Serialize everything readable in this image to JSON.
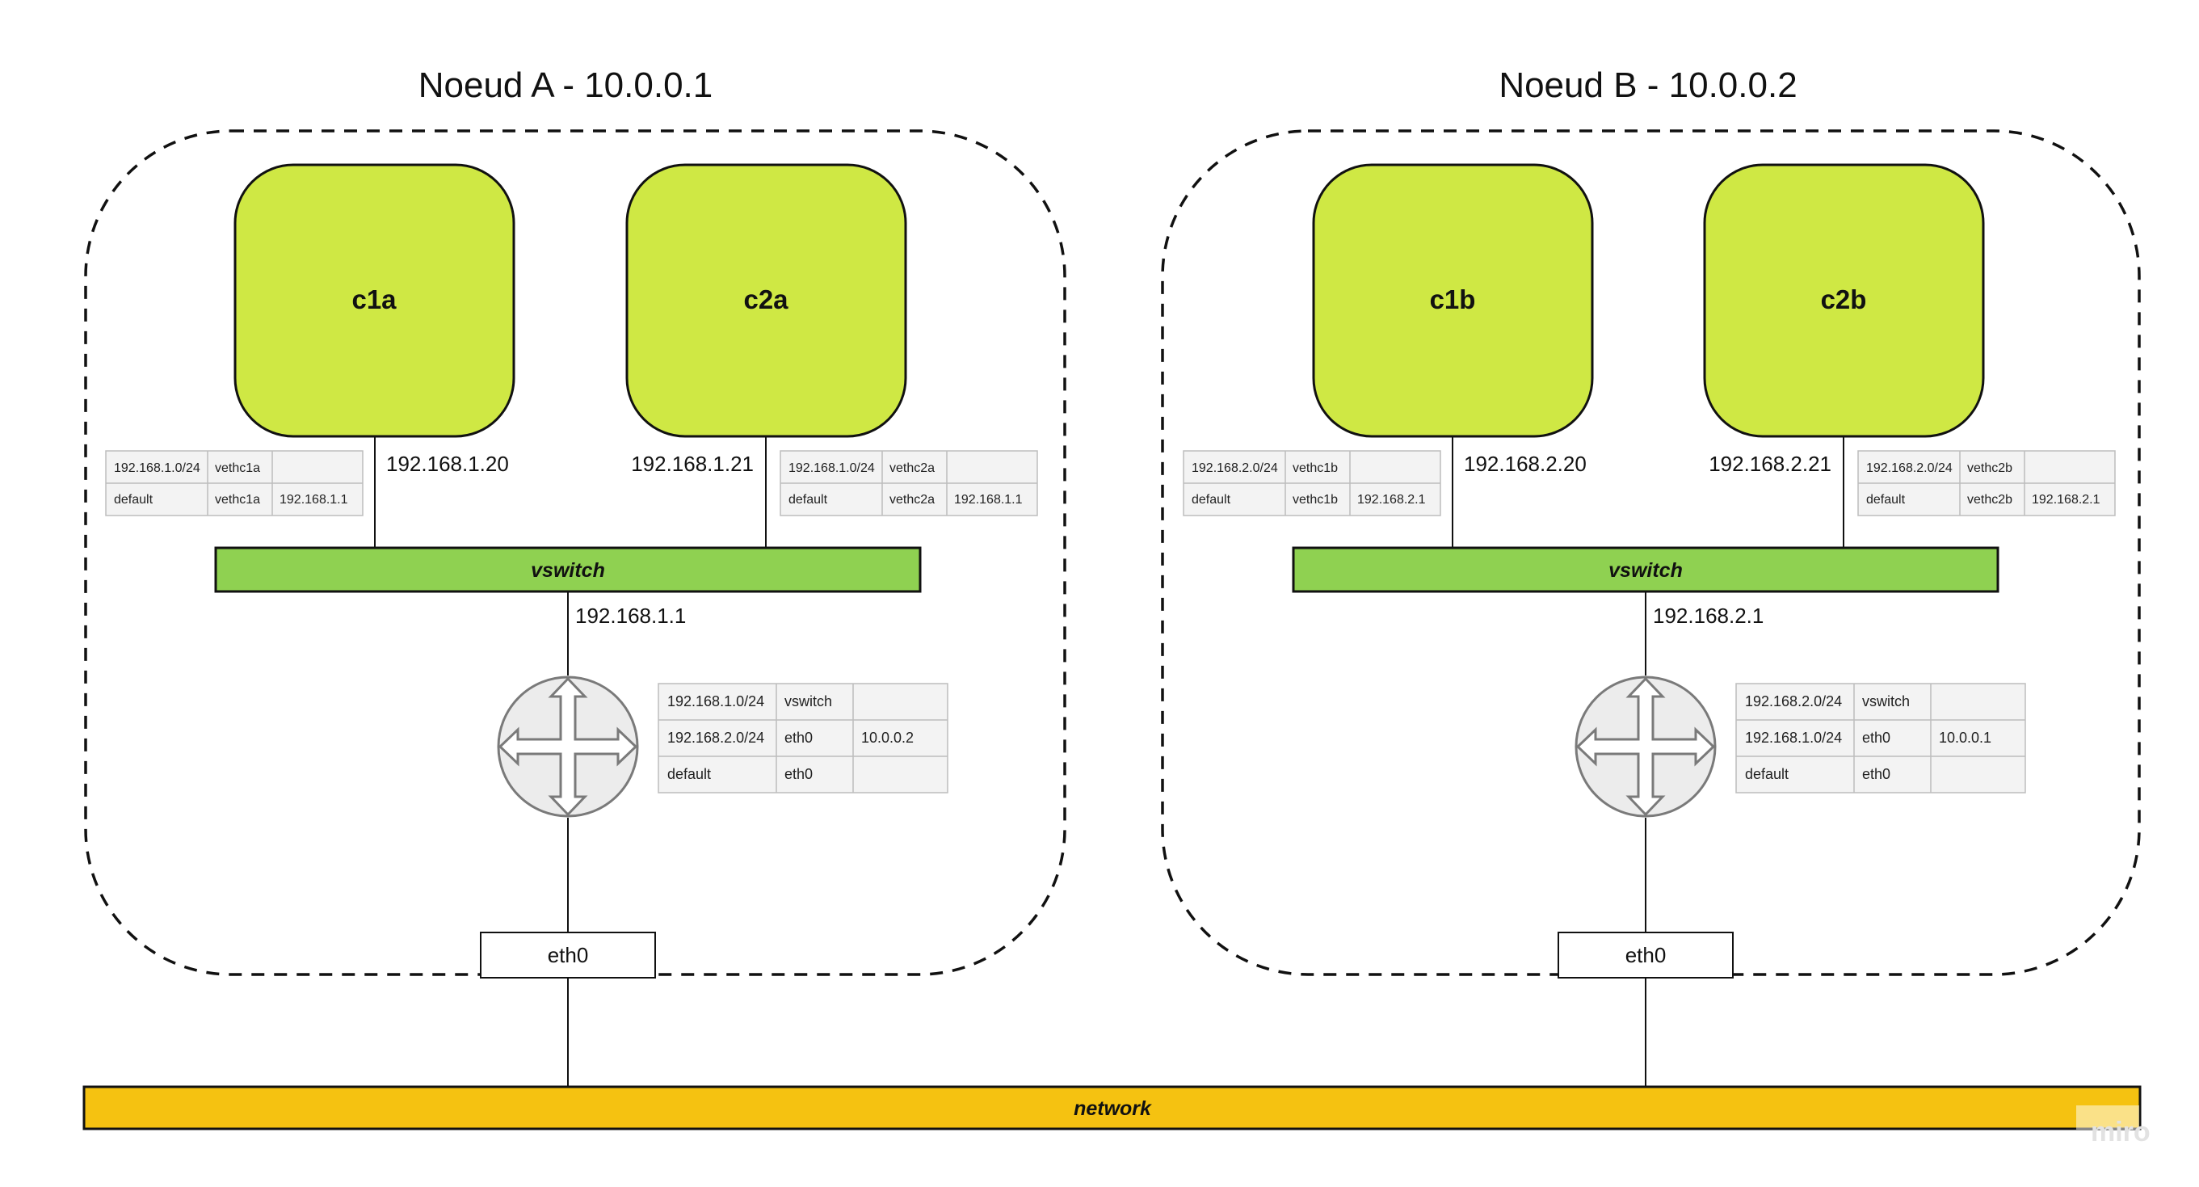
{
  "colors": {
    "container_fill": "#cfe844",
    "vswitch_fill": "#8fd151",
    "network_fill": "#f5c211",
    "table_fill": "#f3f3f3",
    "router_fill": "#ececec"
  },
  "nodes": {
    "a": {
      "title": "Noeud A - 10.0.0.1",
      "containers": [
        {
          "name": "c1a",
          "ip": "192.168.1.20",
          "routes": [
            [
              "192.168.1.0/24",
              "vethc1a",
              ""
            ],
            [
              "default",
              "vethc1a",
              "192.168.1.1"
            ]
          ]
        },
        {
          "name": "c2a",
          "ip": "192.168.1.21",
          "routes": [
            [
              "192.168.1.0/24",
              "vethc2a",
              ""
            ],
            [
              "default",
              "vethc2a",
              "192.168.1.1"
            ]
          ]
        }
      ],
      "vswitch_label": "vswitch",
      "vswitch_ip": "192.168.1.1",
      "router_icon": "router-icon",
      "router_routes": [
        [
          "192.168.1.0/24",
          "vswitch",
          ""
        ],
        [
          "192.168.2.0/24",
          "eth0",
          "10.0.0.2"
        ],
        [
          "default",
          "eth0",
          ""
        ]
      ],
      "eth_label": "eth0"
    },
    "b": {
      "title": "Noeud B - 10.0.0.2",
      "containers": [
        {
          "name": "c1b",
          "ip": "192.168.2.20",
          "routes": [
            [
              "192.168.2.0/24",
              "vethc1b",
              ""
            ],
            [
              "default",
              "vethc1b",
              "192.168.2.1"
            ]
          ]
        },
        {
          "name": "c2b",
          "ip": "192.168.2.21",
          "routes": [
            [
              "192.168.2.0/24",
              "vethc2b",
              ""
            ],
            [
              "default",
              "vethc2b",
              "192.168.2.1"
            ]
          ]
        }
      ],
      "vswitch_label": "vswitch",
      "vswitch_ip": "192.168.2.1",
      "router_icon": "router-icon",
      "router_routes": [
        [
          "192.168.2.0/24",
          "vswitch",
          ""
        ],
        [
          "192.168.1.0/24",
          "eth0",
          "10.0.0.1"
        ],
        [
          "default",
          "eth0",
          ""
        ]
      ],
      "eth_label": "eth0"
    }
  },
  "network_label": "network",
  "watermark": "miro"
}
